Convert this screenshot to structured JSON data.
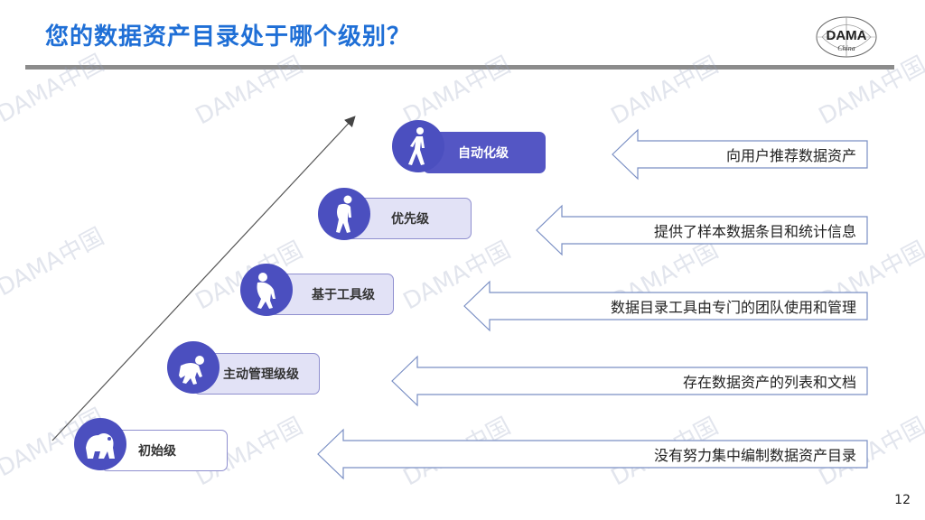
{
  "slide": {
    "title": "您的数据资产目录处于哪个级别？",
    "page_number": "12",
    "logo_text": "DAMA",
    "logo_subtext": "China",
    "watermark": "DAMA中国"
  },
  "levels": [
    {
      "label": "自动化级",
      "icon": "walking-human-icon"
    },
    {
      "label": "优先级",
      "icon": "hunched-hominid-icon"
    },
    {
      "label": "基于工具级",
      "icon": "early-hominid-icon"
    },
    {
      "label": "主动管理级级",
      "icon": "crouching-ape-icon"
    },
    {
      "label": "初始级",
      "icon": "gorilla-icon"
    }
  ],
  "descriptions": [
    "向用户推荐数据资产",
    "提供了样本数据条目和统计信息",
    "数据目录工具由专门的团队使用和管理",
    "存在数据资产的列表和文档",
    "没有努力集中编制数据资产目录"
  ],
  "colors": {
    "title": "#1f6fd6",
    "accent": "#4b4fbf",
    "box_light": "#e4e4f7",
    "arrow_stroke": "#7a8fc4"
  }
}
